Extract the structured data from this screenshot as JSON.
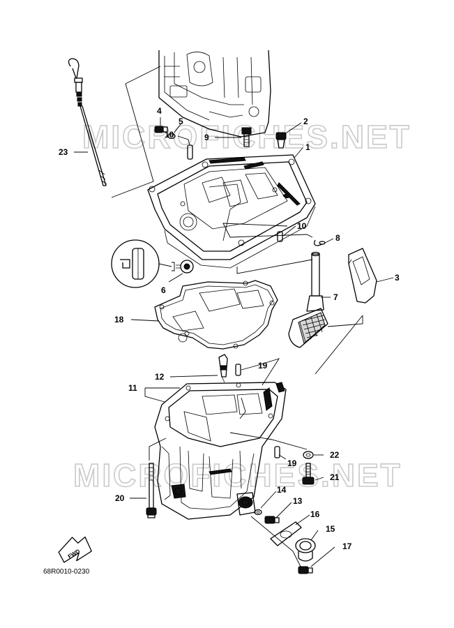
{
  "diagram": {
    "drawing_code": "68R0010-0230",
    "direction_label": "FWD",
    "watermarks": [
      "MICROFICHES.NET",
      "MICROFICHES.NET"
    ],
    "callouts": [
      {
        "id": "c1",
        "label": "1"
      },
      {
        "id": "c2",
        "label": "2"
      },
      {
        "id": "c3",
        "label": "3"
      },
      {
        "id": "c4",
        "label": "4"
      },
      {
        "id": "c5",
        "label": "5"
      },
      {
        "id": "c6",
        "label": "6"
      },
      {
        "id": "c7",
        "label": "7"
      },
      {
        "id": "c8",
        "label": "8"
      },
      {
        "id": "c9",
        "label": "9"
      },
      {
        "id": "c10a",
        "label": "10"
      },
      {
        "id": "c10b",
        "label": "10"
      },
      {
        "id": "c11",
        "label": "11"
      },
      {
        "id": "c12",
        "label": "12"
      },
      {
        "id": "c13",
        "label": "13"
      },
      {
        "id": "c14",
        "label": "14"
      },
      {
        "id": "c15",
        "label": "15"
      },
      {
        "id": "c16",
        "label": "16"
      },
      {
        "id": "c17",
        "label": "17"
      },
      {
        "id": "c18",
        "label": "18"
      },
      {
        "id": "c19a",
        "label": "19"
      },
      {
        "id": "c19b",
        "label": "19"
      },
      {
        "id": "c20",
        "label": "20"
      },
      {
        "id": "c21",
        "label": "21"
      },
      {
        "id": "c22",
        "label": "22"
      },
      {
        "id": "c23",
        "label": "23"
      }
    ]
  }
}
